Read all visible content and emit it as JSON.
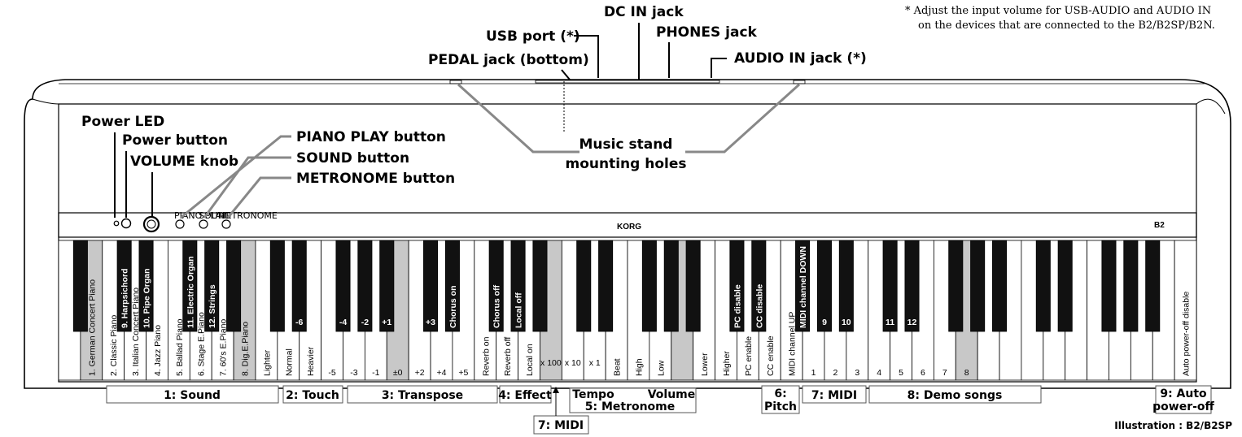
{
  "footnote": {
    "line1": "*  Adjust the input volume for USB-AUDIO and AUDIO IN",
    "line2": "on the devices that are connected to the B2/B2SP/B2N."
  },
  "callouts": {
    "dc_in": "DC IN jack",
    "usb": "USB port (*)",
    "phones": "PHONES jack",
    "pedal": "PEDAL jack (bottom)",
    "audio_in": "AUDIO IN jack (*)",
    "music_stand_1": "Music stand",
    "music_stand_2": "mounting holes",
    "power_led": "Power LED",
    "power_button": "Power button",
    "volume_knob": "VOLUME knob",
    "piano_play": "PIANO PLAY button",
    "sound_button": "SOUND button",
    "metronome_button": "METRONOME button"
  },
  "panel": {
    "brand": "KORG",
    "model": "B2",
    "small_labels": [
      "PIANO PLAY",
      "SOUND",
      "METRONOME"
    ]
  },
  "white_key_labels": [
    "",
    "1. German Concert Piano",
    "2. Classic Piano",
    "3. Italian Concert Piano",
    "4. Jazz Piano",
    "5. Ballad Piano",
    "6. Stage E.Piano",
    "7. 60's E.Piano",
    "8. Dig.E.Piano",
    "Lighter",
    "Normal",
    "Heavier",
    "-5",
    "-3",
    "-1",
    "±0",
    "+2",
    "+4",
    "+5",
    "Reverb on",
    "Reverb off",
    "Local on",
    "x 100",
    "x 10",
    "x 1",
    "Beat",
    "High",
    "Low",
    "",
    "Lower",
    "Higher",
    "PC enable",
    "CC enable",
    "MIDI channel UP",
    "1",
    "2",
    "3",
    "4",
    "5",
    "6",
    "7",
    "8",
    "",
    "",
    "",
    "",
    "",
    "",
    "",
    "",
    "",
    "Auto power-off disable"
  ],
  "black_key_labels": [
    "",
    "9. Harpsichord",
    "10. Pipe Organ",
    "11. Electric Organ",
    "12. Strings",
    "",
    "",
    "-6",
    "-4",
    "-2",
    "+1",
    "+3",
    "Chorus on",
    "Chorus off",
    "Local off",
    "",
    "",
    "",
    "",
    "",
    "",
    "PC disable",
    "CC disable",
    "MIDI channel DOWN",
    "9",
    "10",
    "11",
    "12",
    "",
    "",
    "",
    "",
    "",
    "",
    "",
    "",
    ""
  ],
  "groups": {
    "sound": "1: Sound",
    "touch": "2: Touch",
    "transpose": "3: Transpose",
    "effect": "4: Effect",
    "tempo": "Tempo",
    "volume": "Volume",
    "metronome": "5: Metronome",
    "midi_low": "7: MIDI",
    "pitch_1": "6:",
    "pitch_2": "Pitch",
    "midi": "7: MIDI",
    "demo": "8: Demo songs",
    "auto_off_1": "9: Auto",
    "auto_off_2": "power-off"
  },
  "illustration": "Illustration : B2/B2SP",
  "colors": {
    "highlight": "#c8c8c8",
    "black_key": "#111111",
    "line": "#000000",
    "leader": "#888888"
  }
}
